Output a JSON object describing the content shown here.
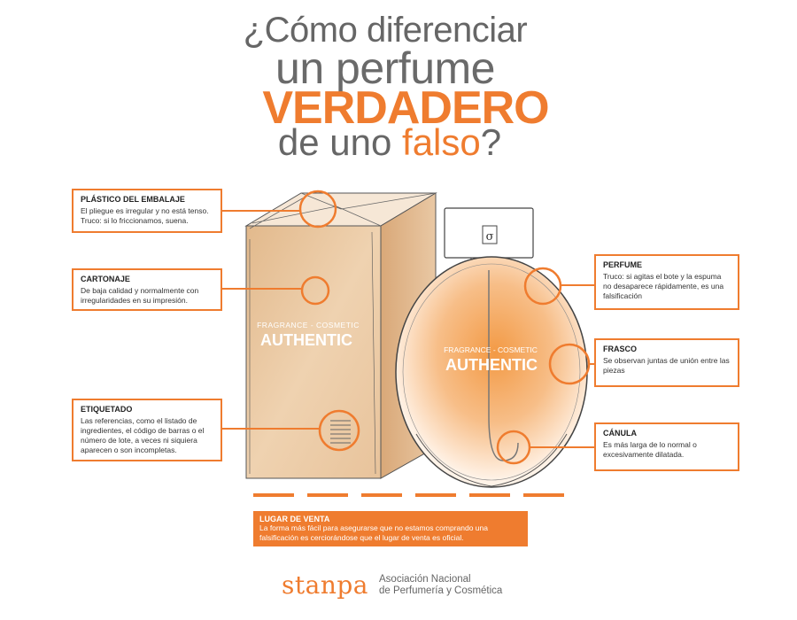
{
  "title": {
    "line1": "¿Cómo diferenciar",
    "line2": "un perfume",
    "line3": "VERDADERO",
    "line4_prefix": "de uno ",
    "line4_highlight": "falso",
    "line4_suffix": "?"
  },
  "callouts": {
    "plastico": {
      "heading": "PLÁSTICO DEL EMBALAJE",
      "body": "El pliegue es irregular y no está tenso. Truco: si lo friccionamos, suena."
    },
    "cartonaje": {
      "heading": "CARTONAJE",
      "body": "De baja calidad y normalmente con irregularidades en su impresión."
    },
    "etiquetado": {
      "heading": "ETIQUETADO",
      "body": "Las referencias, como el listado de ingredientes, el código de barras o el número de lote, a veces ni siquiera aparecen o son incompletas."
    },
    "perfume": {
      "heading": "PERFUME",
      "body": "Truco: si agitas el bote y la espuma no desaparece rápidamente, es una falsificación"
    },
    "frasco": {
      "heading": "FRASCO",
      "body": "Se observan juntas de unión entre las piezas"
    },
    "canula": {
      "heading": "CÁNULA",
      "body": "Es más larga de lo normal o excesivamente dilatada."
    },
    "lugar": {
      "heading": "LUGAR DE VENTA",
      "body": "La forma más fácil para asegurarse que no estamos comprando una falsificación es cerciorándose que el lugar de venta es oficial."
    }
  },
  "product_labels": {
    "box_small": "FRAGRANCE - COSMETIC",
    "box_big": "AUTHENTIC",
    "bottle_small": "FRAGRANCE - COSMETIC",
    "bottle_big": "AUTHENTIC",
    "cap_glyph": "σ"
  },
  "footer": {
    "logo": "stanpa",
    "assoc_line1": "Asociación Nacional",
    "assoc_line2": "de Perfumería y Cosmética"
  },
  "colors": {
    "accent": "#ef7c2f",
    "box": "#e8c6a0",
    "bottle": "#f6b77e",
    "title_gray": "#666666"
  }
}
